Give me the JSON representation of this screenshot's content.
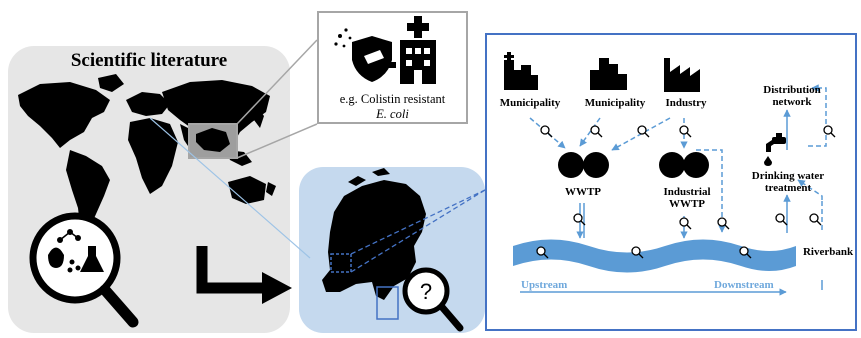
{
  "literature": {
    "title": "Scientific literature"
  },
  "example": {
    "line1": "e.g. Colistin resistant",
    "line2": "E. coli"
  },
  "system": {
    "nodes": {
      "municipality_1": "Municipality",
      "municipality_2": "Municipality",
      "industry": "Industry",
      "distribution_network_1": "Distribution",
      "distribution_network_2": "network",
      "wwtp": "WWTP",
      "industrial_wwtp_1": "Industrial",
      "industrial_wwtp_2": "WWTP",
      "drinking_water_1": "Drinking water",
      "drinking_water_2": "treatment",
      "riverbank": "Riverbank"
    },
    "flow": {
      "upstream": "Upstream",
      "downstream": "Downstream"
    }
  },
  "nl_panel": {
    "question_mark": "?"
  },
  "colors": {
    "panel_grey": "#e6e6e6",
    "panel_blue": "#c5d9ee",
    "accent_blue": "#4472c4",
    "river_blue": "#5b9bd5",
    "flow_blue": "#6fa8dc"
  }
}
